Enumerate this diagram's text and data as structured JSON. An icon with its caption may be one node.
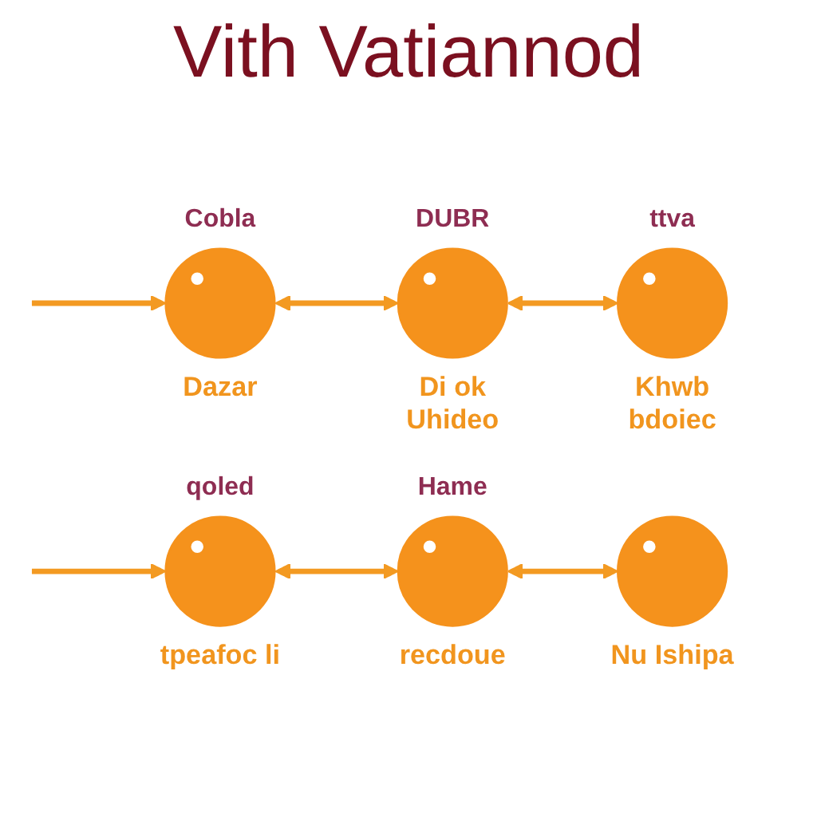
{
  "diagram": {
    "title": "Vith Vatiannod",
    "nodes": [
      {
        "text": [
          "Cobla"
        ],
        "beside": [
          "Dazar"
        ]
      },
      {
        "text": [
          "DUBR"
        ],
        "beside": [
          "Di ok Uhideo"
        ]
      },
      {
        "text": [
          "ttva"
        ],
        "beside": [
          "Khwb bdoiec"
        ]
      },
      {
        "text": [
          "qoled"
        ],
        "beside": [
          "tpeafoc li"
        ]
      },
      {
        "text": [
          "Hame"
        ],
        "beside": [
          "recdoue"
        ]
      },
      {
        "text": [],
        "shape": "circle",
        "beside": [
          "Nu Ishipa"
        ]
      }
    ],
    "edges": [
      {
        "from": null,
        "to": 0,
        "arrow": "to"
      },
      {
        "from": 0,
        "to": 1,
        "arrow": "both"
      },
      {
        "from": 1,
        "to": 2,
        "arrow": "both"
      },
      {
        "from": null,
        "to": 3,
        "arrow": "to"
      },
      {
        "from": 3,
        "to": 4,
        "arrow": "both"
      },
      {
        "from": 4,
        "to": 5,
        "arrow": "both"
      }
    ]
  }
}
